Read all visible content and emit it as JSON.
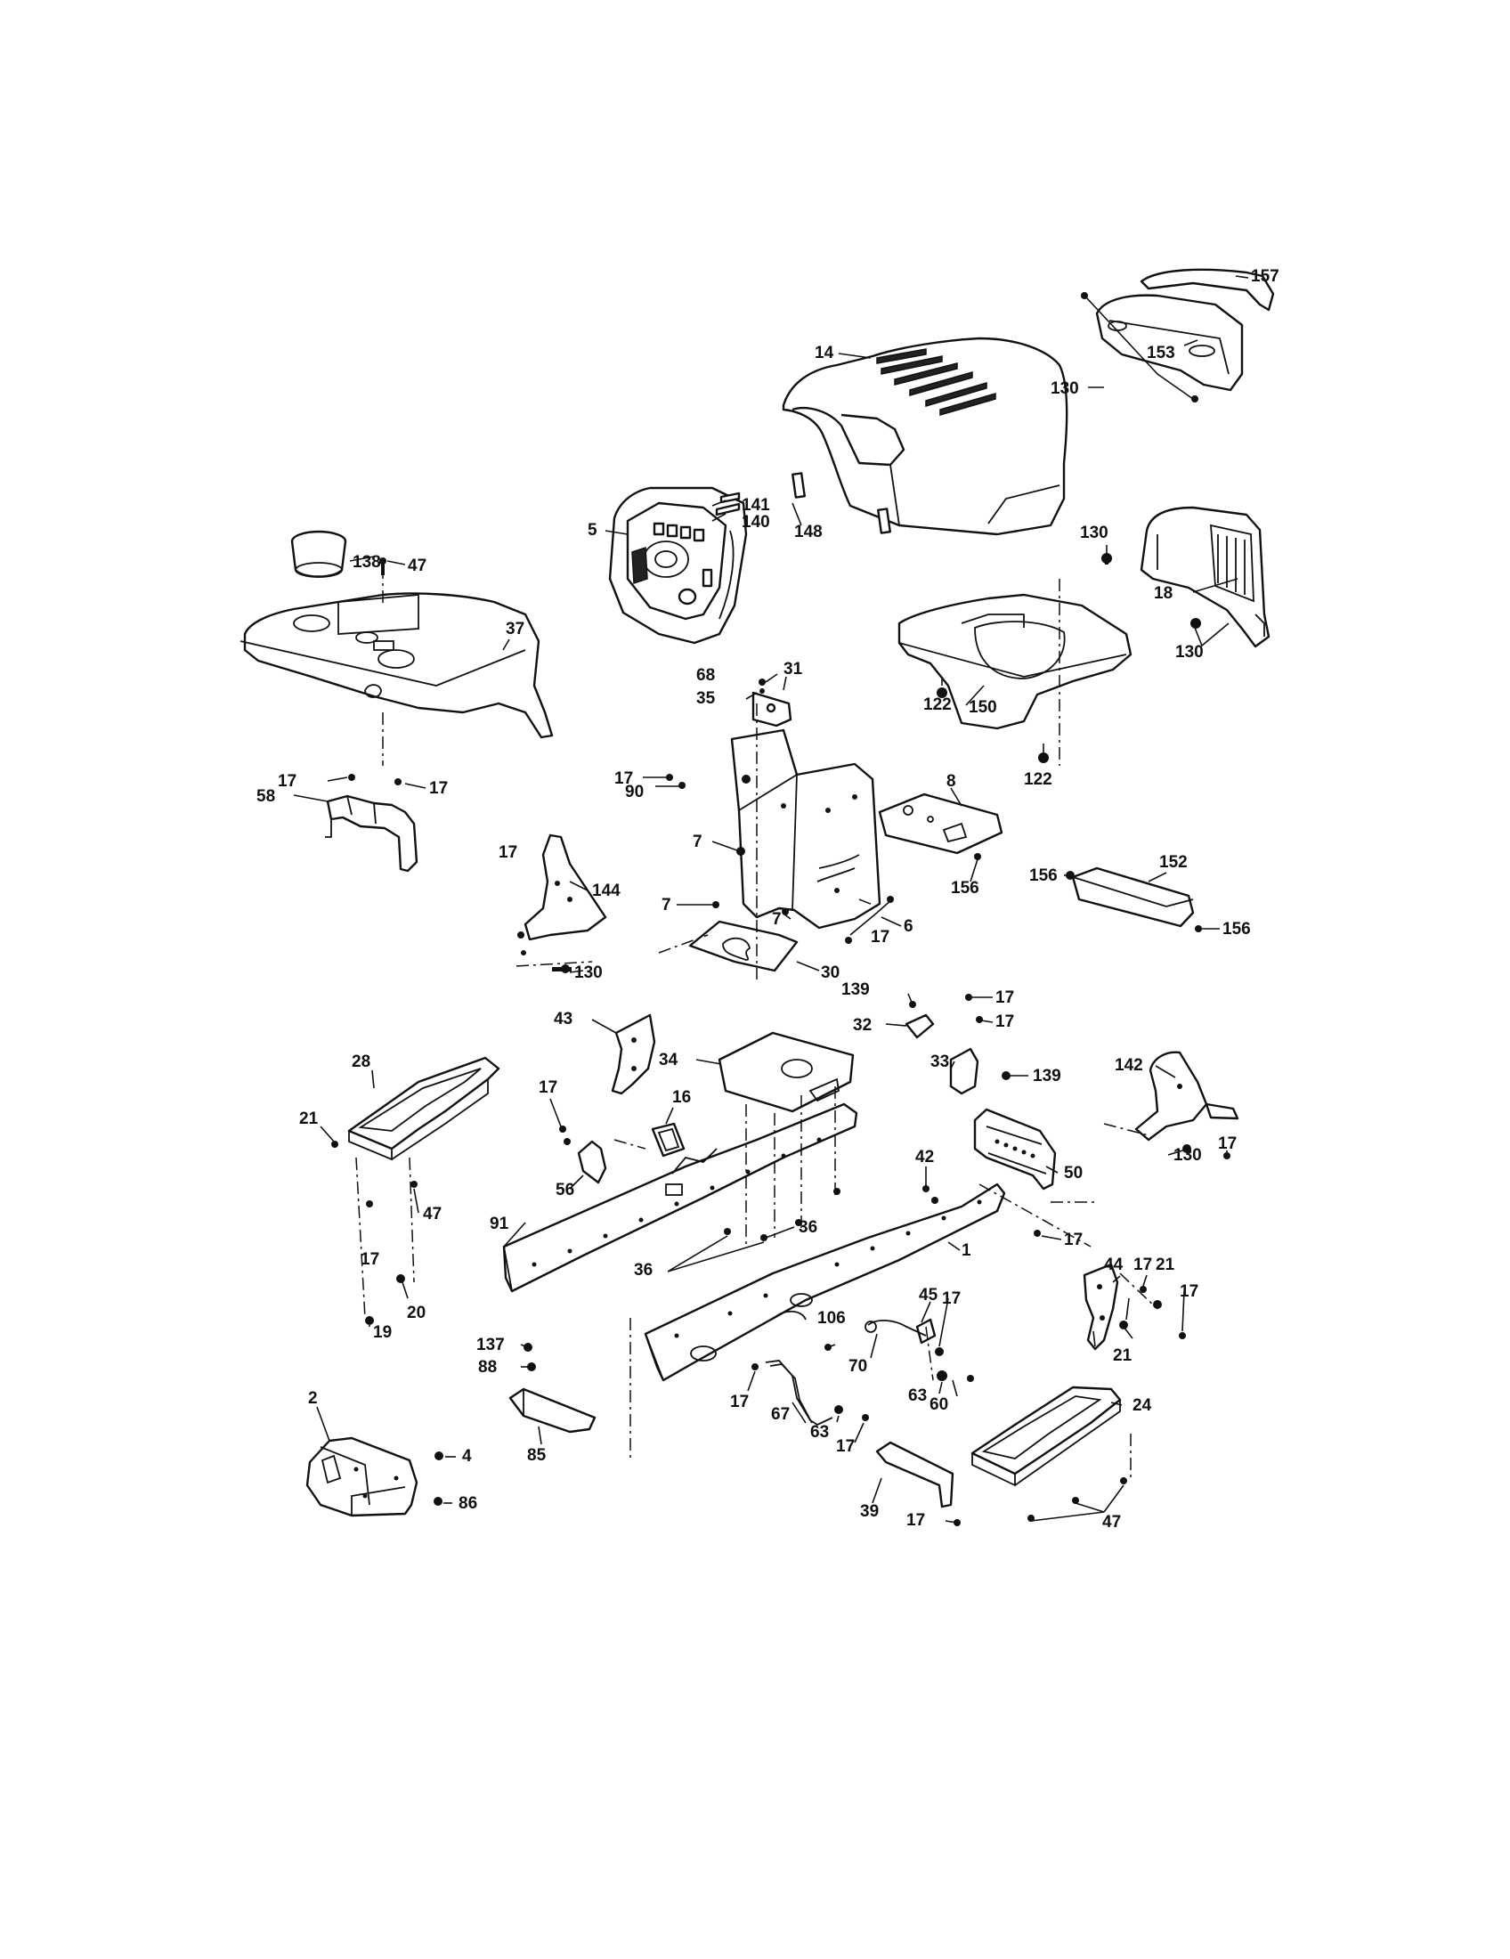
{
  "diagram": {
    "callouts": [
      {
        "id": "157",
        "text": "157"
      },
      {
        "id": "14",
        "text": "14"
      },
      {
        "id": "153",
        "text": "153"
      },
      {
        "id": "130a",
        "text": "130"
      },
      {
        "id": "138",
        "text": "138"
      },
      {
        "id": "141",
        "text": "141"
      },
      {
        "id": "140",
        "text": "140"
      },
      {
        "id": "5",
        "text": "5"
      },
      {
        "id": "148",
        "text": "148"
      },
      {
        "id": "47a",
        "text": "47"
      },
      {
        "id": "130b",
        "text": "130"
      },
      {
        "id": "18",
        "text": "18"
      },
      {
        "id": "37",
        "text": "37"
      },
      {
        "id": "130c",
        "text": "130"
      },
      {
        "id": "68",
        "text": "68"
      },
      {
        "id": "31",
        "text": "31"
      },
      {
        "id": "35",
        "text": "35"
      },
      {
        "id": "122a",
        "text": "122"
      },
      {
        "id": "150",
        "text": "150"
      },
      {
        "id": "17a",
        "text": "17"
      },
      {
        "id": "17b",
        "text": "17"
      },
      {
        "id": "58",
        "text": "58"
      },
      {
        "id": "17c",
        "text": "17"
      },
      {
        "id": "90",
        "text": "90"
      },
      {
        "id": "122b",
        "text": "122"
      },
      {
        "id": "8",
        "text": "8"
      },
      {
        "id": "7a",
        "text": "7"
      },
      {
        "id": "17d",
        "text": "17"
      },
      {
        "id": "144",
        "text": "144"
      },
      {
        "id": "6",
        "text": "6"
      },
      {
        "id": "156a",
        "text": "156"
      },
      {
        "id": "156b",
        "text": "156"
      },
      {
        "id": "152",
        "text": "152"
      },
      {
        "id": "156c",
        "text": "156"
      },
      {
        "id": "7b",
        "text": "7"
      },
      {
        "id": "17e",
        "text": "17"
      },
      {
        "id": "7c",
        "text": "7"
      },
      {
        "id": "130d",
        "text": "130"
      },
      {
        "id": "30",
        "text": "30"
      },
      {
        "id": "139a",
        "text": "139"
      },
      {
        "id": "17f",
        "text": "17"
      },
      {
        "id": "17g",
        "text": "17"
      },
      {
        "id": "43",
        "text": "43"
      },
      {
        "id": "32",
        "text": "32"
      },
      {
        "id": "28",
        "text": "28"
      },
      {
        "id": "34",
        "text": "34"
      },
      {
        "id": "33",
        "text": "33"
      },
      {
        "id": "139b",
        "text": "139"
      },
      {
        "id": "142",
        "text": "142"
      },
      {
        "id": "21a",
        "text": "21"
      },
      {
        "id": "16",
        "text": "16"
      },
      {
        "id": "17h",
        "text": "17"
      },
      {
        "id": "17i",
        "text": "17"
      },
      {
        "id": "130e",
        "text": "130"
      },
      {
        "id": "42",
        "text": "42"
      },
      {
        "id": "56",
        "text": "56"
      },
      {
        "id": "50",
        "text": "50"
      },
      {
        "id": "47b",
        "text": "47"
      },
      {
        "id": "17j",
        "text": "17"
      },
      {
        "id": "36a",
        "text": "36"
      },
      {
        "id": "91",
        "text": "91"
      },
      {
        "id": "17k",
        "text": "17"
      },
      {
        "id": "44",
        "text": "44"
      },
      {
        "id": "1",
        "text": "1"
      },
      {
        "id": "17l",
        "text": "17"
      },
      {
        "id": "36b",
        "text": "36"
      },
      {
        "id": "21b",
        "text": "21"
      },
      {
        "id": "20",
        "text": "20"
      },
      {
        "id": "45",
        "text": "45"
      },
      {
        "id": "17m",
        "text": "17"
      },
      {
        "id": "17n",
        "text": "17"
      },
      {
        "id": "19",
        "text": "19"
      },
      {
        "id": "106",
        "text": "106"
      },
      {
        "id": "70",
        "text": "70"
      },
      {
        "id": "21c",
        "text": "21"
      },
      {
        "id": "137",
        "text": "137"
      },
      {
        "id": "88",
        "text": "88"
      },
      {
        "id": "2",
        "text": "2"
      },
      {
        "id": "17o",
        "text": "17"
      },
      {
        "id": "63a",
        "text": "63"
      },
      {
        "id": "60",
        "text": "60"
      },
      {
        "id": "24",
        "text": "24"
      },
      {
        "id": "67",
        "text": "67"
      },
      {
        "id": "63b",
        "text": "63"
      },
      {
        "id": "4",
        "text": "4"
      },
      {
        "id": "17p",
        "text": "17"
      },
      {
        "id": "85",
        "text": "85"
      },
      {
        "id": "39",
        "text": "39"
      },
      {
        "id": "86",
        "text": "86"
      },
      {
        "id": "17q",
        "text": "17"
      },
      {
        "id": "47c",
        "text": "47"
      }
    ]
  }
}
